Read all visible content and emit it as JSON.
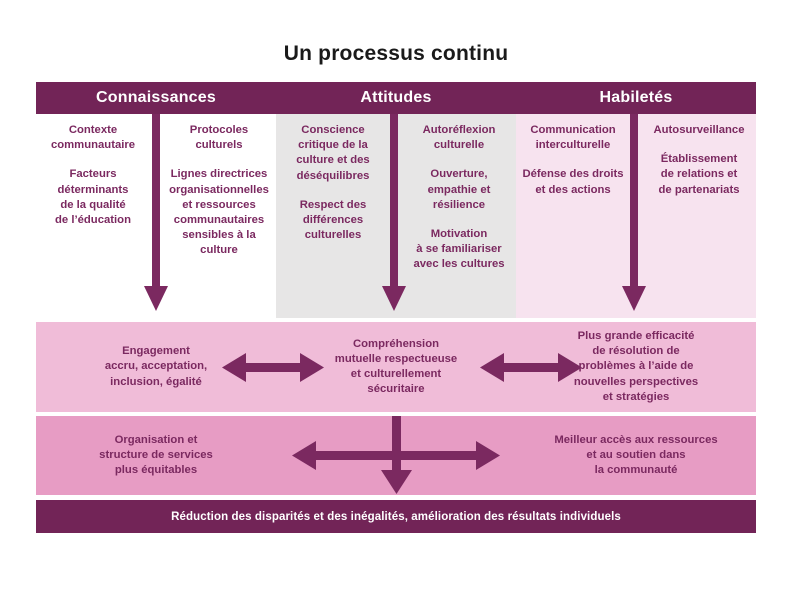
{
  "title": "Un processus continu",
  "colors": {
    "dark_purple": "#722457",
    "text_purple": "#7b2960",
    "arrow_purple": "#7b2960",
    "band1_pink": "#f0bcd8",
    "band2_pink": "#e79cc4",
    "col1_bg": "#ffffff",
    "col2_bg": "#e7e6e6",
    "col3_bg": "#f7e3ef",
    "title_color": "#1a1a1a",
    "header_text": "#ffffff"
  },
  "header": {
    "columns": [
      {
        "label": "Connaissances"
      },
      {
        "label": "Attitudes"
      },
      {
        "label": "Habiletés"
      }
    ]
  },
  "columns": [
    {
      "name": "connaissances",
      "left_items": [
        "Contexte\ncommunautaire",
        "Facteurs\ndéterminants\nde la qualité\nde l’éducation"
      ],
      "right_items": [
        "Protocoles\nculturels",
        "Lignes directrices\norganisationnelles\net ressources\ncommunautaires\nsensibles à la\nculture"
      ]
    },
    {
      "name": "attitudes",
      "left_items": [
        "Conscience\ncritique de la\nculture et des\ndéséquilibres",
        "Respect des\ndifférences\nculturelles"
      ],
      "right_items": [
        "Autoréflexion\nculturelle",
        "Ouverture,\nempathie et\nrésilience",
        "Motivation\nà se familiariser\navec les cultures"
      ]
    },
    {
      "name": "habiletes",
      "left_items": [
        "Communication\ninterculturelle",
        "Défense des droits\net des actions"
      ],
      "right_items": [
        "Autosurveillance",
        "Établissement\nde relations et\nde partenariats"
      ]
    }
  ],
  "band1": {
    "cells": [
      "Engagement\naccru, acceptation,\ninclusion, égalité",
      "Compréhension\nmutuelle respectueuse\net culturellement\nsécuritaire",
      "Plus grande efficacité\nde résolution de\nproblèmes à l’aide de\nnouvelles perspectives\net stratégies"
    ]
  },
  "band2": {
    "cells": [
      "Organisation et\nstructure de services\nplus équitables",
      "",
      "Meilleur accès aux ressources\net au soutien dans\nla communauté"
    ]
  },
  "bottom_bar": {
    "label": "Réduction des disparités et des inégalités, amélioration des résultats individuels"
  },
  "arrows": {
    "column_down_arrows": 3,
    "band1_horizontal_arrows": 2,
    "band2_horizontal_arrows": 1,
    "band2_vertical_down_arrow": 1
  }
}
